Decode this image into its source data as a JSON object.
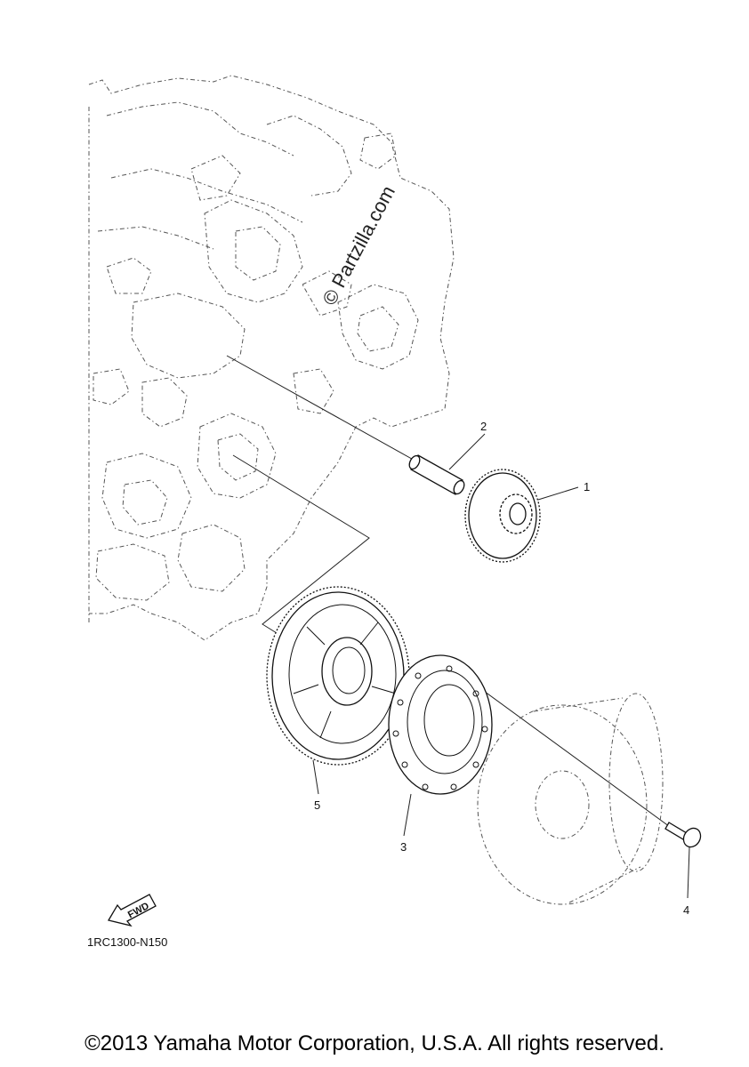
{
  "watermark": "© Partzilla.com",
  "callouts": {
    "c1": "1",
    "c2": "2",
    "c3": "3",
    "c4": "4",
    "c5": "5"
  },
  "fwd_label": "FWD",
  "diagram_code": "1RC1300-N150",
  "copyright": "©2013 Yamaha Motor Corporation, U.S.A. All rights reserved."
}
